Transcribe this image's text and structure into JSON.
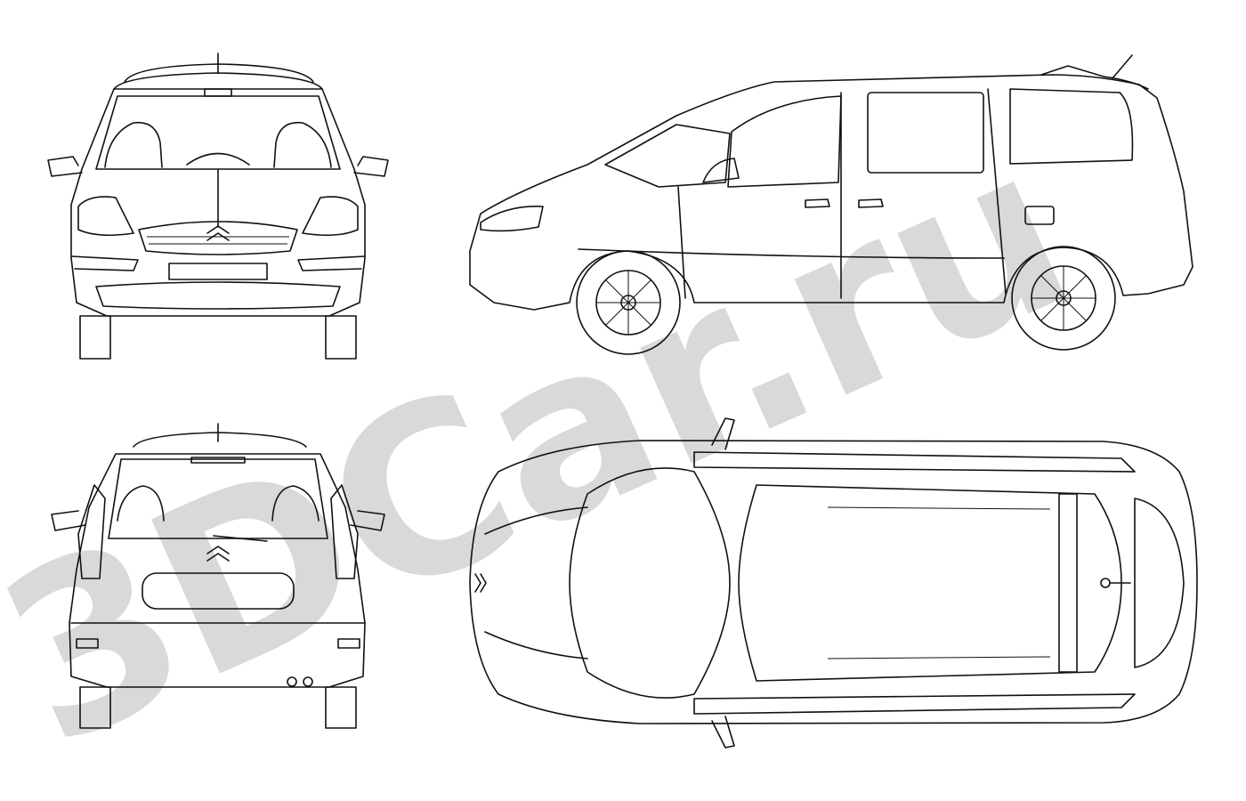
{
  "watermark": {
    "text": "3DCar.ru",
    "color": "#d9d9d9"
  },
  "views": [
    {
      "id": "front",
      "icon": "citroen-chevron-icon"
    },
    {
      "id": "side",
      "icon": "citroen-chevron-icon"
    },
    {
      "id": "rear",
      "icon": "citroen-chevron-icon"
    },
    {
      "id": "top",
      "icon": "citroen-chevron-icon"
    }
  ],
  "line_color": "#111111",
  "background_color": "#ffffff"
}
